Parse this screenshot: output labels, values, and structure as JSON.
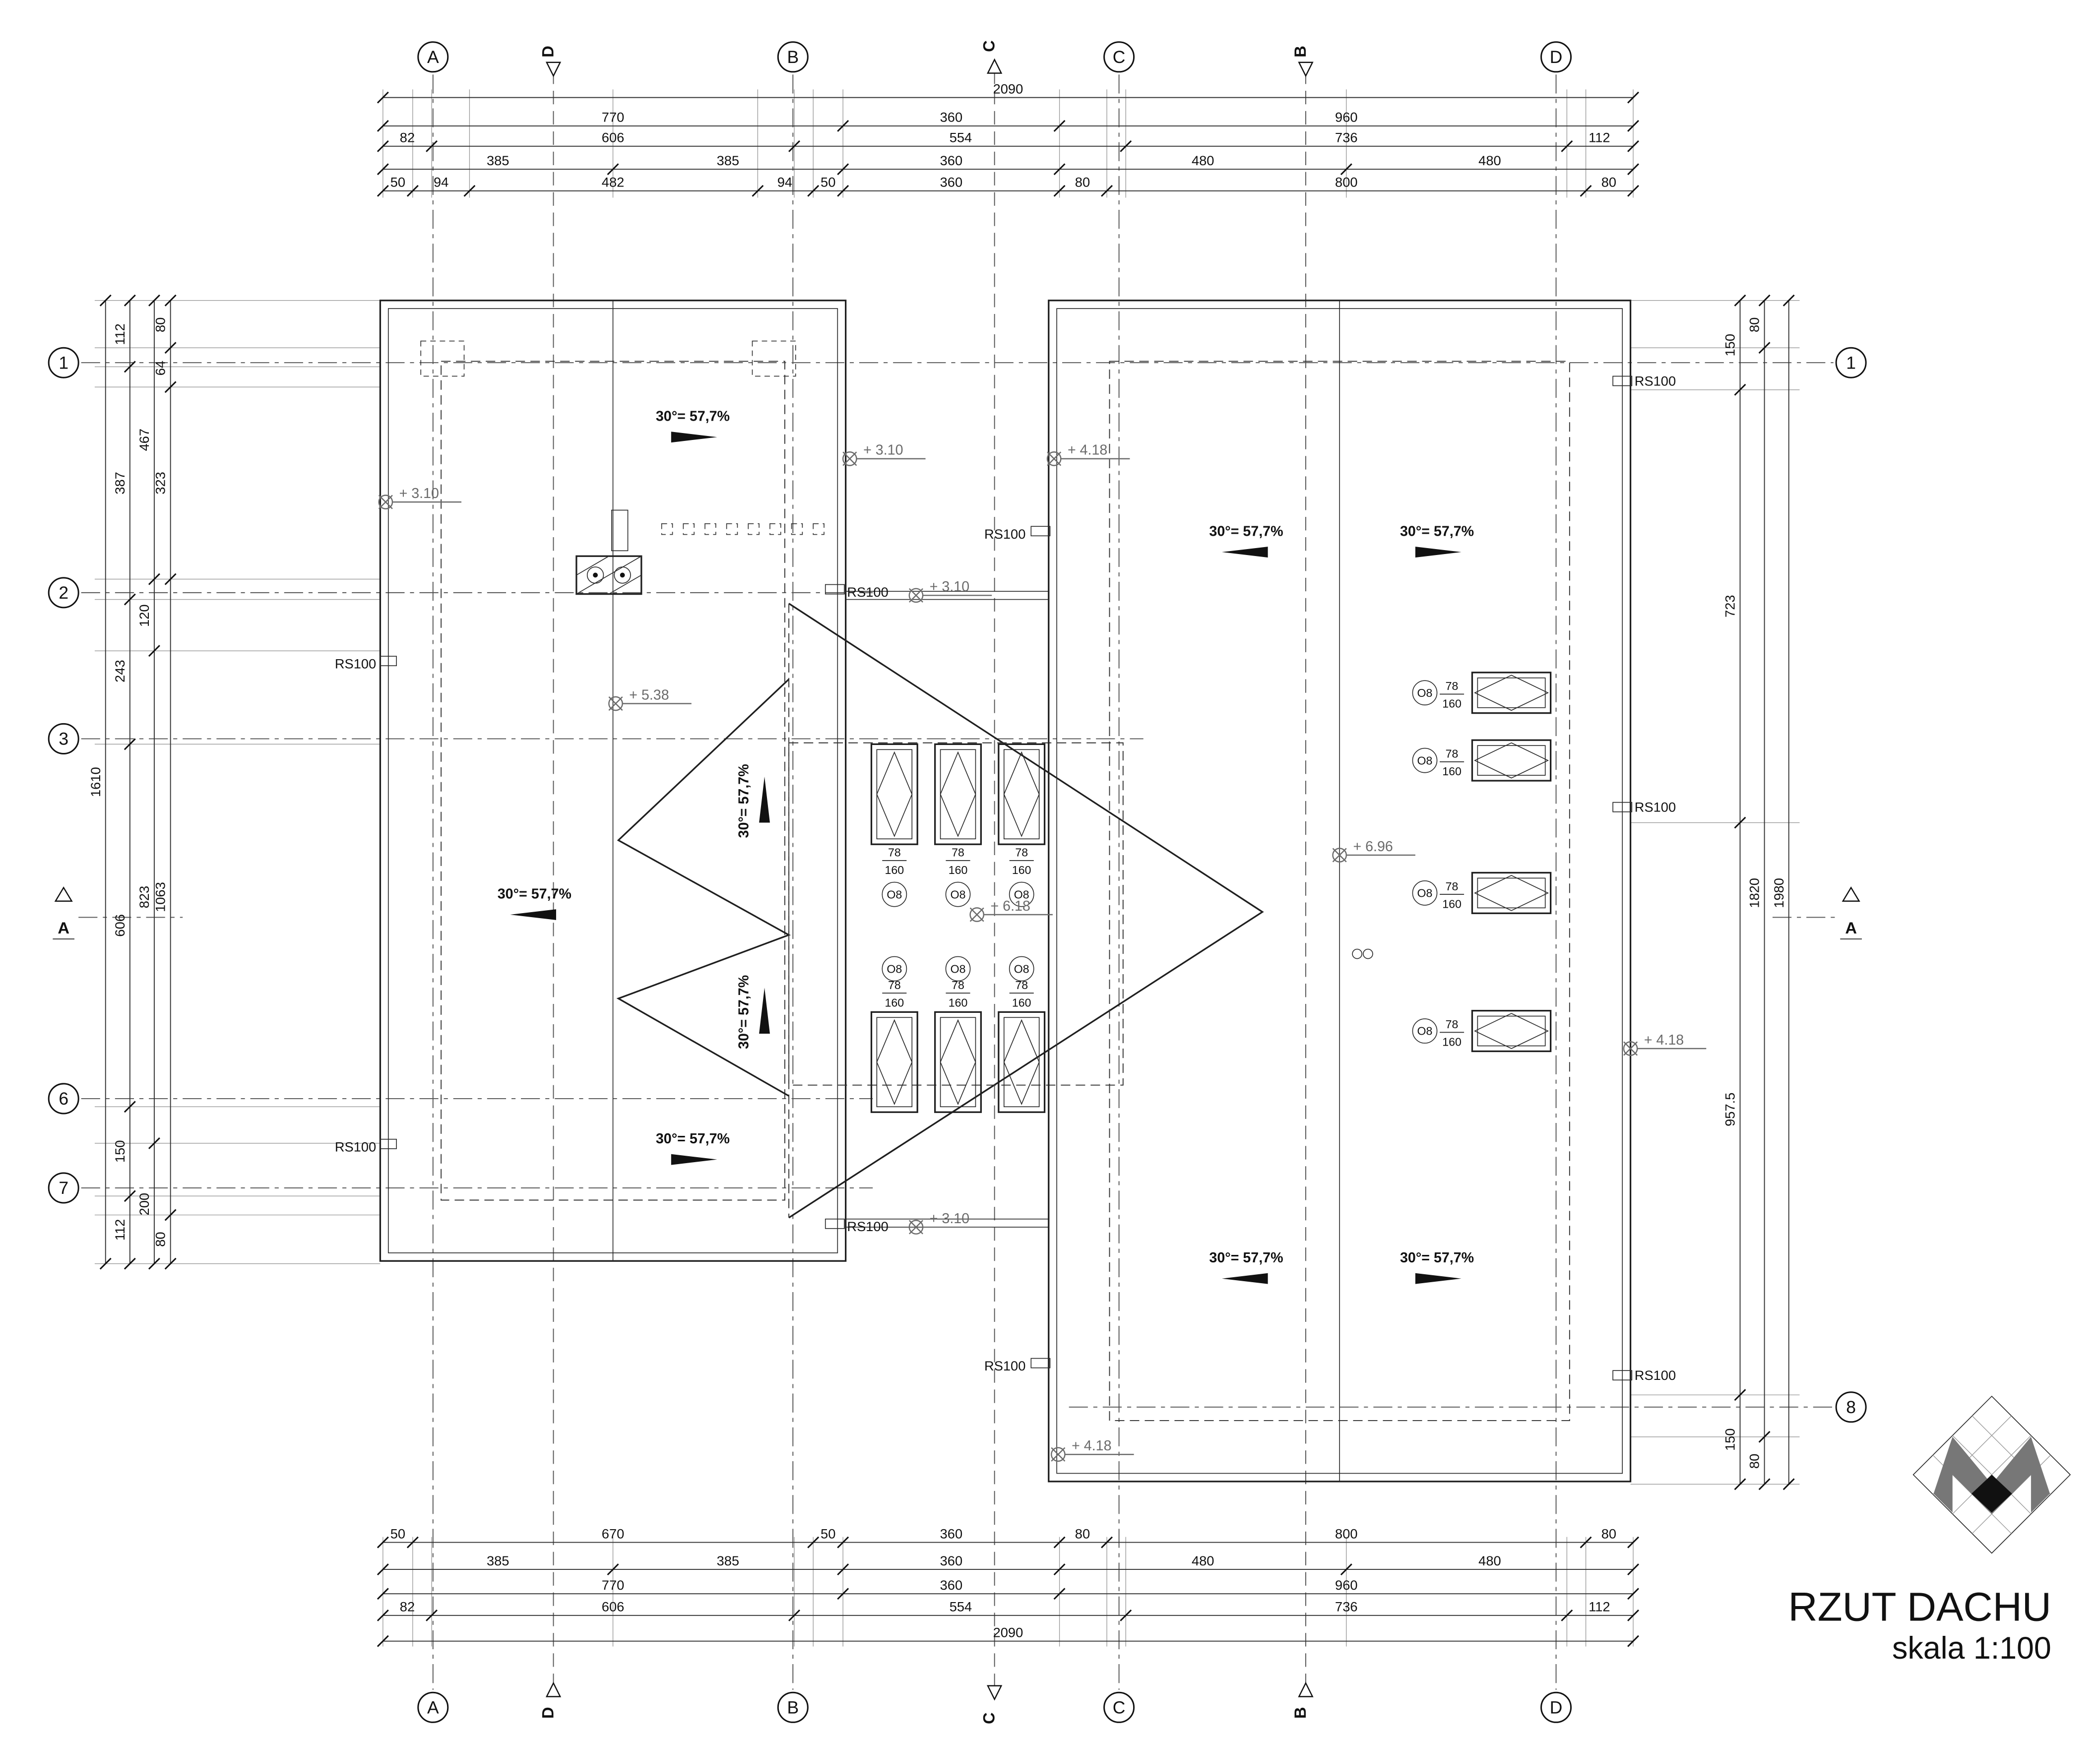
{
  "title": {
    "name": "RZUT DACHU",
    "scale": "skala 1:100"
  },
  "grid": {
    "cols": [
      "A",
      "B",
      "C",
      "D"
    ],
    "rows_left": [
      "1",
      "2",
      "3",
      "6",
      "7"
    ],
    "rows_right": [
      "1",
      "8"
    ],
    "sections": {
      "d": "D",
      "c": "C",
      "b": "B",
      "a": "A"
    }
  },
  "dims": {
    "top": {
      "row_total": [
        "2090"
      ],
      "row_main": [
        "770",
        "360",
        "960"
      ],
      "row_sub": [
        "82",
        "606",
        "554",
        "736",
        "112"
      ],
      "row_detail": [
        "385",
        "385",
        "360",
        "480",
        "480"
      ],
      "row_fine": [
        "50",
        "94",
        "482",
        "94",
        "50",
        "360",
        "80",
        "800",
        "80"
      ]
    },
    "bottom": {
      "row_fine": [
        "50",
        "670",
        "50",
        "360",
        "80",
        "800",
        "80"
      ],
      "row_detail": [
        "385",
        "385",
        "360",
        "480",
        "480"
      ],
      "row_main": [
        "770",
        "360",
        "960"
      ],
      "row_sub": [
        "82",
        "606",
        "554",
        "736",
        "112"
      ],
      "row_total": [
        "2090"
      ]
    },
    "left": {
      "total": [
        "1610"
      ],
      "chain_a": [
        "112",
        "387",
        "243",
        "606",
        "150",
        "112"
      ],
      "chain_b": [
        "467",
        "120",
        "823",
        "200"
      ],
      "chain_c": [
        "80",
        "64",
        "323",
        "1063",
        "80"
      ]
    },
    "right": {
      "total": [
        "1980"
      ],
      "chain_a": [
        "80",
        "1820",
        "80"
      ],
      "chain_b": [
        "150",
        "723",
        "957.5",
        "150"
      ]
    }
  },
  "labels": {
    "slope": "30°= 57,7%",
    "drain": "RS100",
    "window_code": "O8",
    "window_width": "78",
    "window_height": "160"
  },
  "elevations": [
    "+ 3.10",
    "+ 3.10",
    "+ 4.18",
    "+ 3.10",
    "+ 5.38",
    "+ 6.18",
    "+ 6.96",
    "+ 4.18",
    "+ 3.10",
    "+ 4.18"
  ]
}
